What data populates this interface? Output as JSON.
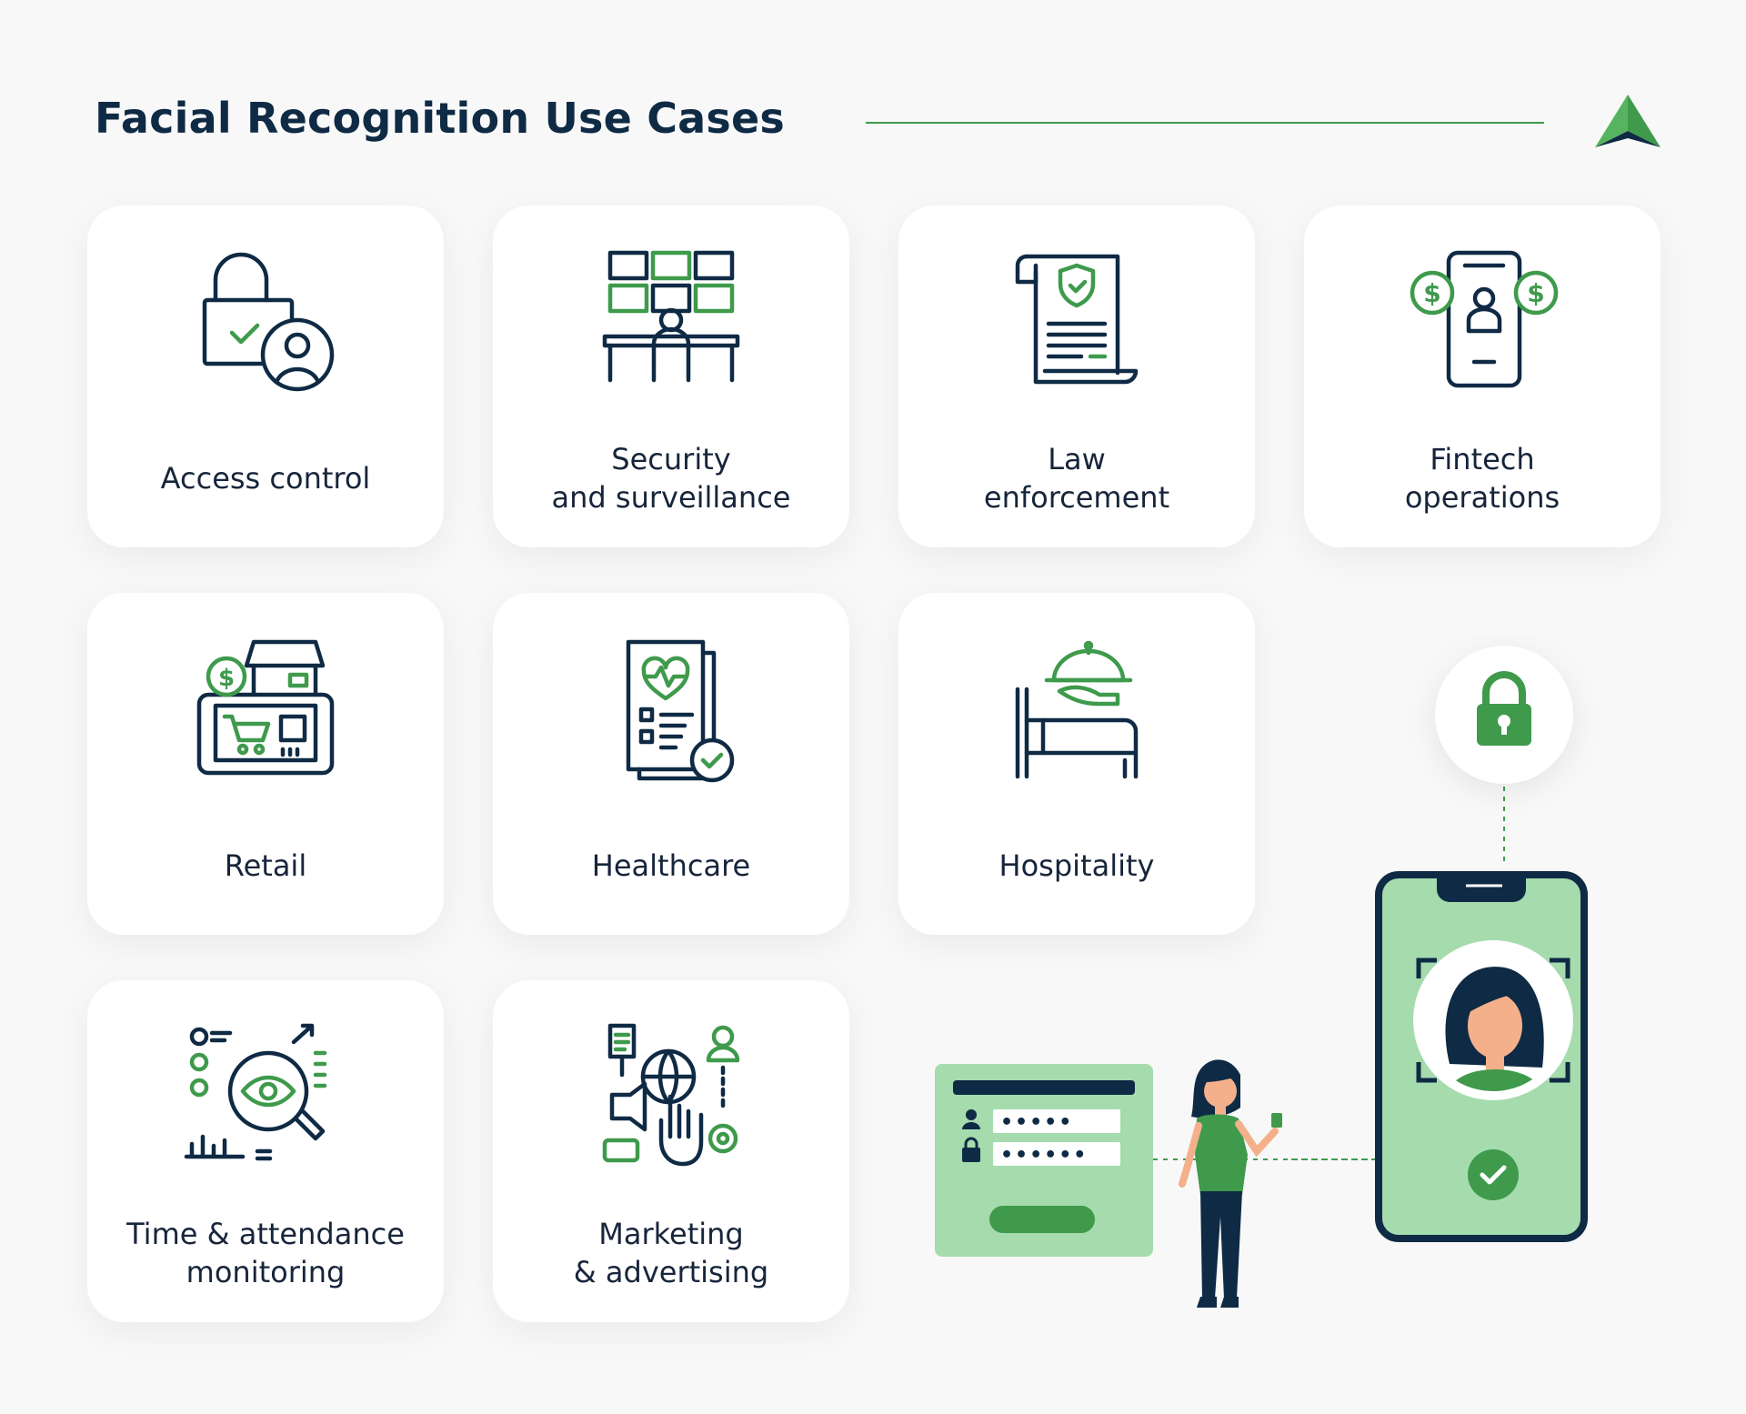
{
  "header": {
    "title": "Facial Recognition Use Cases",
    "accent_color": "#3f9a4c",
    "text_color": "#0f2a44"
  },
  "cards": [
    {
      "icon": "padlock-user-icon",
      "lines": [
        "Access control"
      ]
    },
    {
      "icon": "surveillance-monitors-icon",
      "lines": [
        "Security",
        "and surveillance"
      ]
    },
    {
      "icon": "law-document-shield-icon",
      "lines": [
        "Law",
        "enforcement"
      ]
    },
    {
      "icon": "mobile-payment-icon",
      "lines": [
        "Fintech",
        "operations"
      ]
    },
    {
      "icon": "retail-store-cart-icon",
      "lines": [
        "Retail"
      ]
    },
    {
      "icon": "medical-record-icon",
      "lines": [
        "Healthcare"
      ]
    },
    {
      "icon": "hotel-service-bed-icon",
      "lines": [
        "Hospitality"
      ]
    },
    {
      "icon": "analytics-eye-magnifier-icon",
      "lines": [
        "Time & attendance",
        "monitoring"
      ]
    },
    {
      "icon": "marketing-globe-touch-icon",
      "lines": [
        "Marketing",
        "& advertising"
      ]
    }
  ],
  "illustration": {
    "password_mask": "•••••",
    "password_mask_2": "••••••",
    "phone_color": "#a5dbad",
    "dark_color": "#0f2a44"
  }
}
